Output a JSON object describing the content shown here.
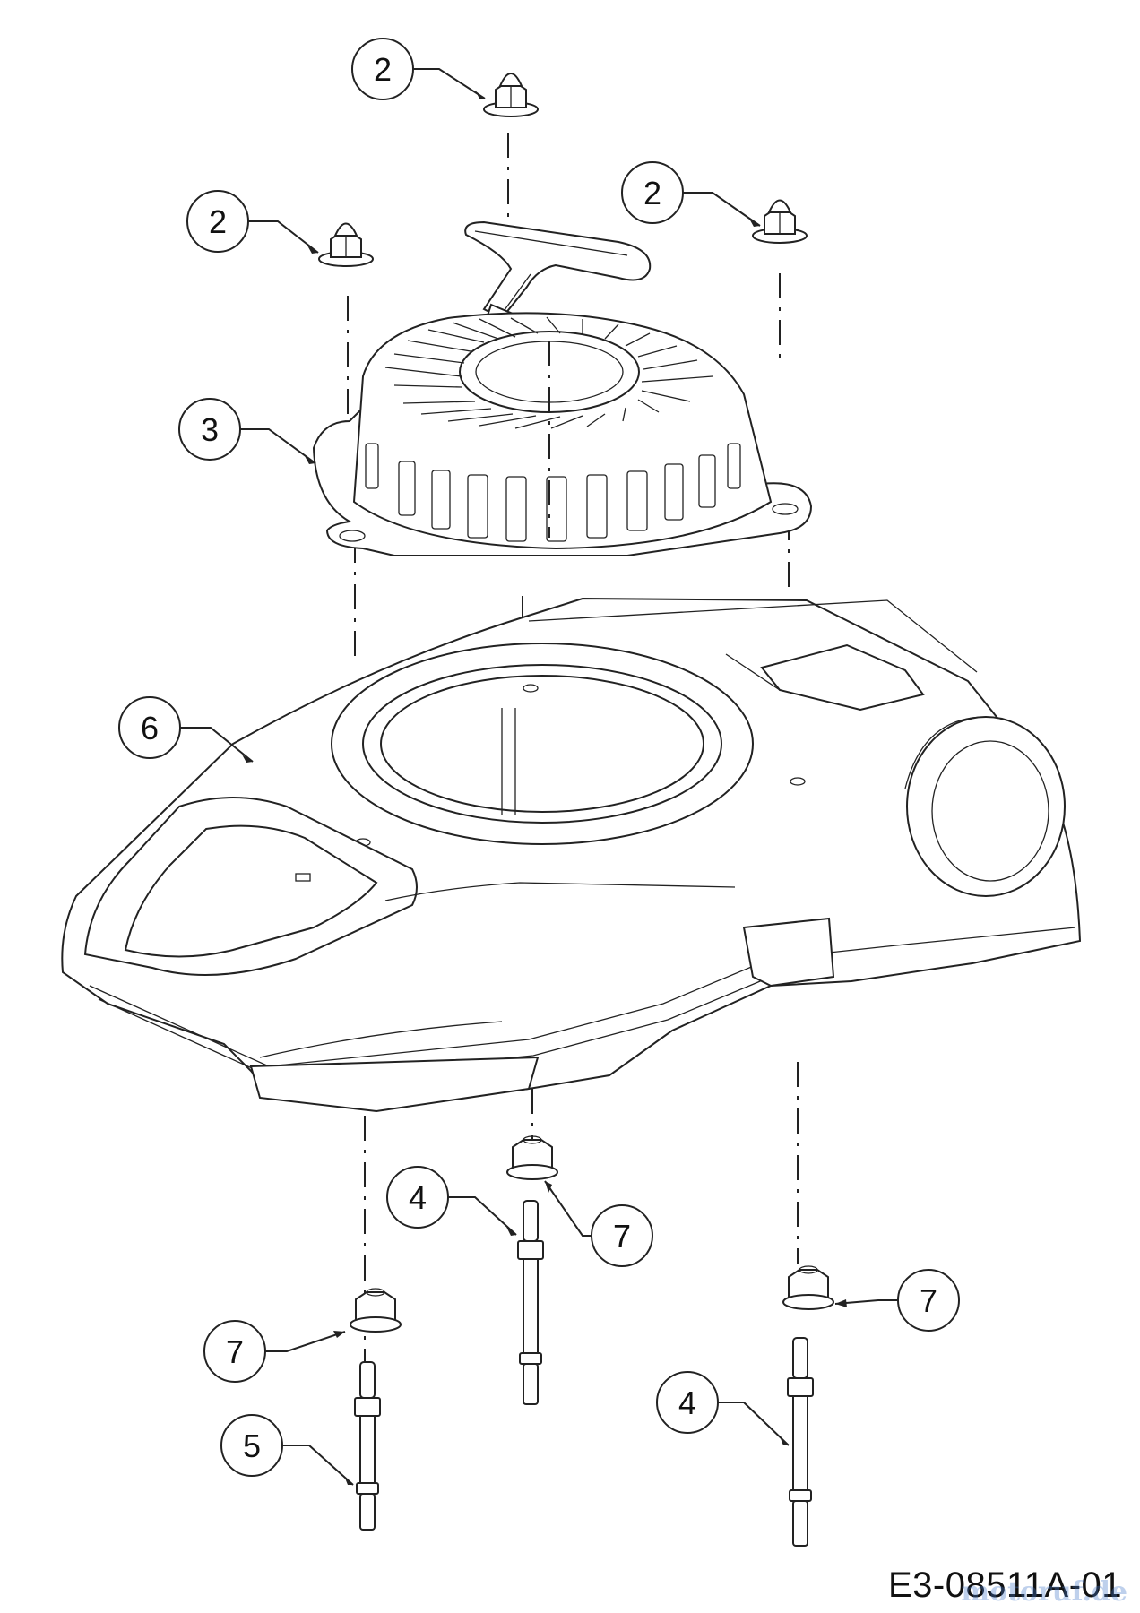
{
  "diagram": {
    "drawing_id": "E3-08511A-01",
    "watermark": "motoruf.de",
    "callouts": {
      "c2a": "2",
      "c2b": "2",
      "c2c": "2",
      "c3": "3",
      "c6": "6",
      "c4a": "4",
      "c7a": "7",
      "c7b": "7",
      "c7c": "7",
      "c4b": "4",
      "c5": "5"
    }
  }
}
